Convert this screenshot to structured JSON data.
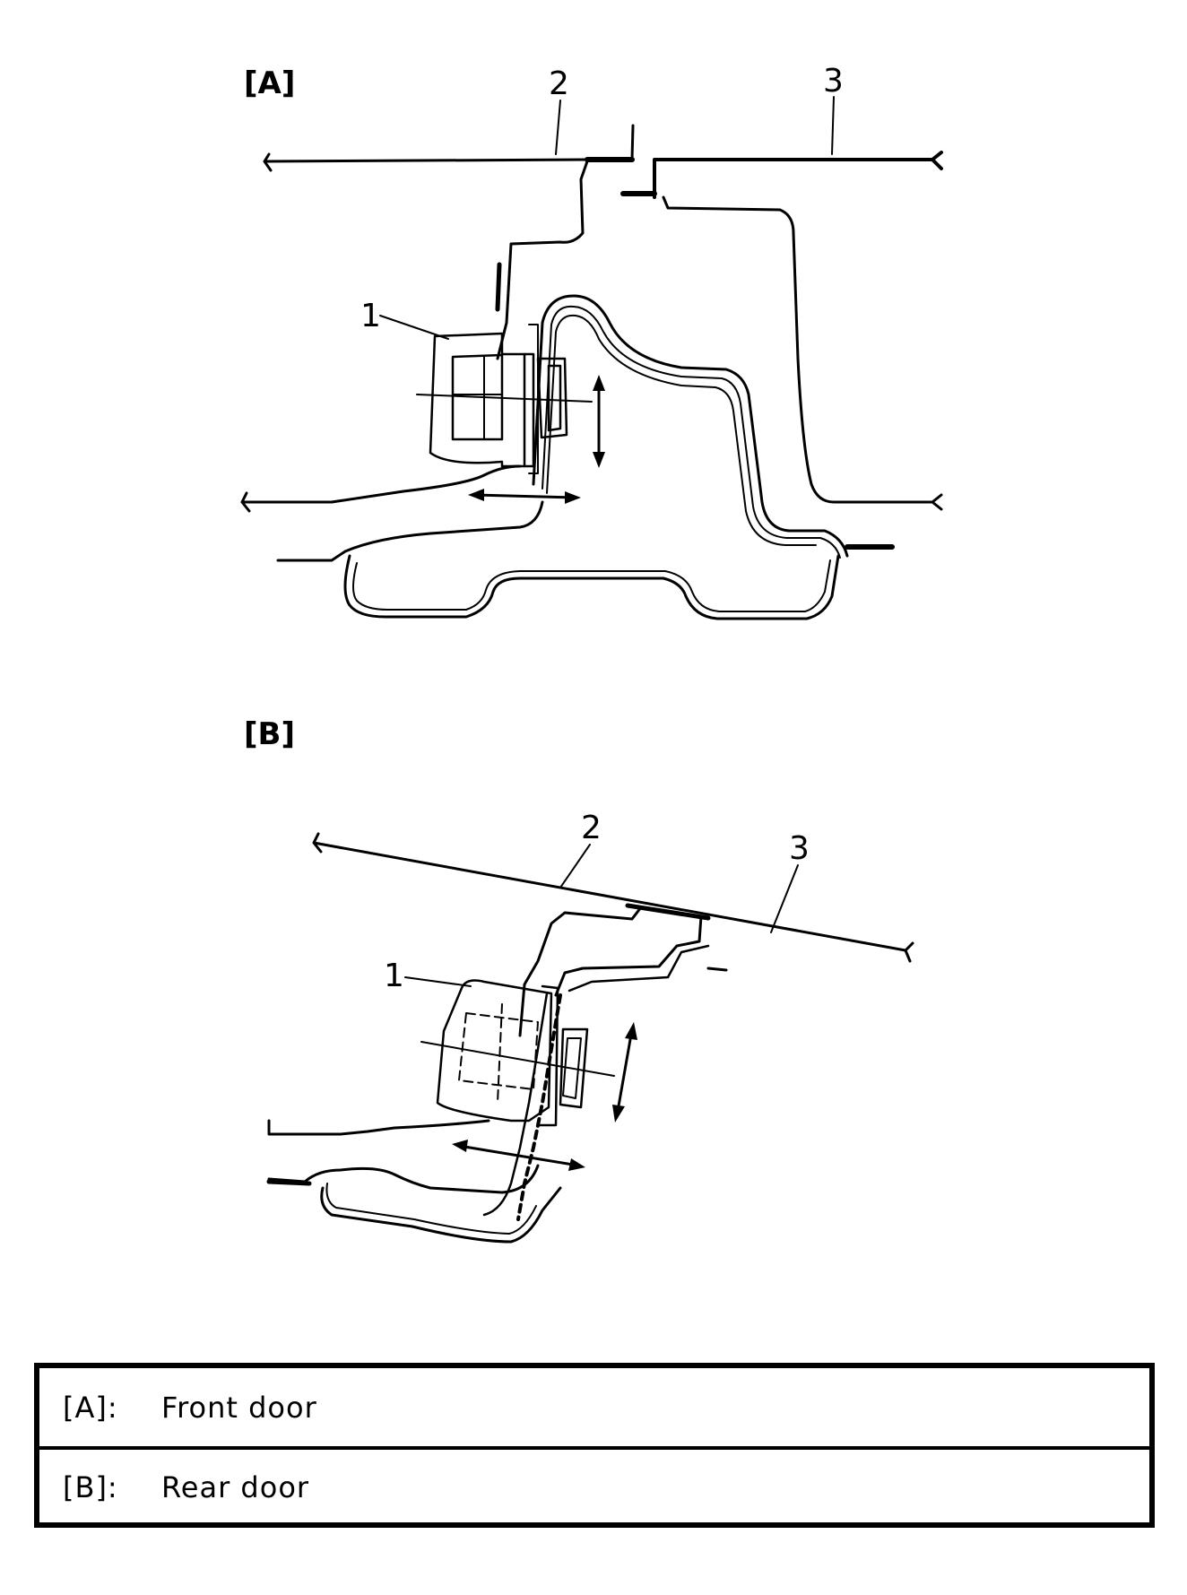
{
  "sections": {
    "a": {
      "label": "[A]"
    },
    "b": {
      "label": "[B]"
    }
  },
  "callouts": {
    "a": {
      "one": "1",
      "two": "2",
      "three": "3"
    },
    "b": {
      "one": "1",
      "two": "2",
      "three": "3"
    }
  },
  "legend": {
    "rows": [
      {
        "key": "[A]:",
        "value": "Front door"
      },
      {
        "key": "[B]:",
        "value": "Rear door"
      }
    ]
  }
}
